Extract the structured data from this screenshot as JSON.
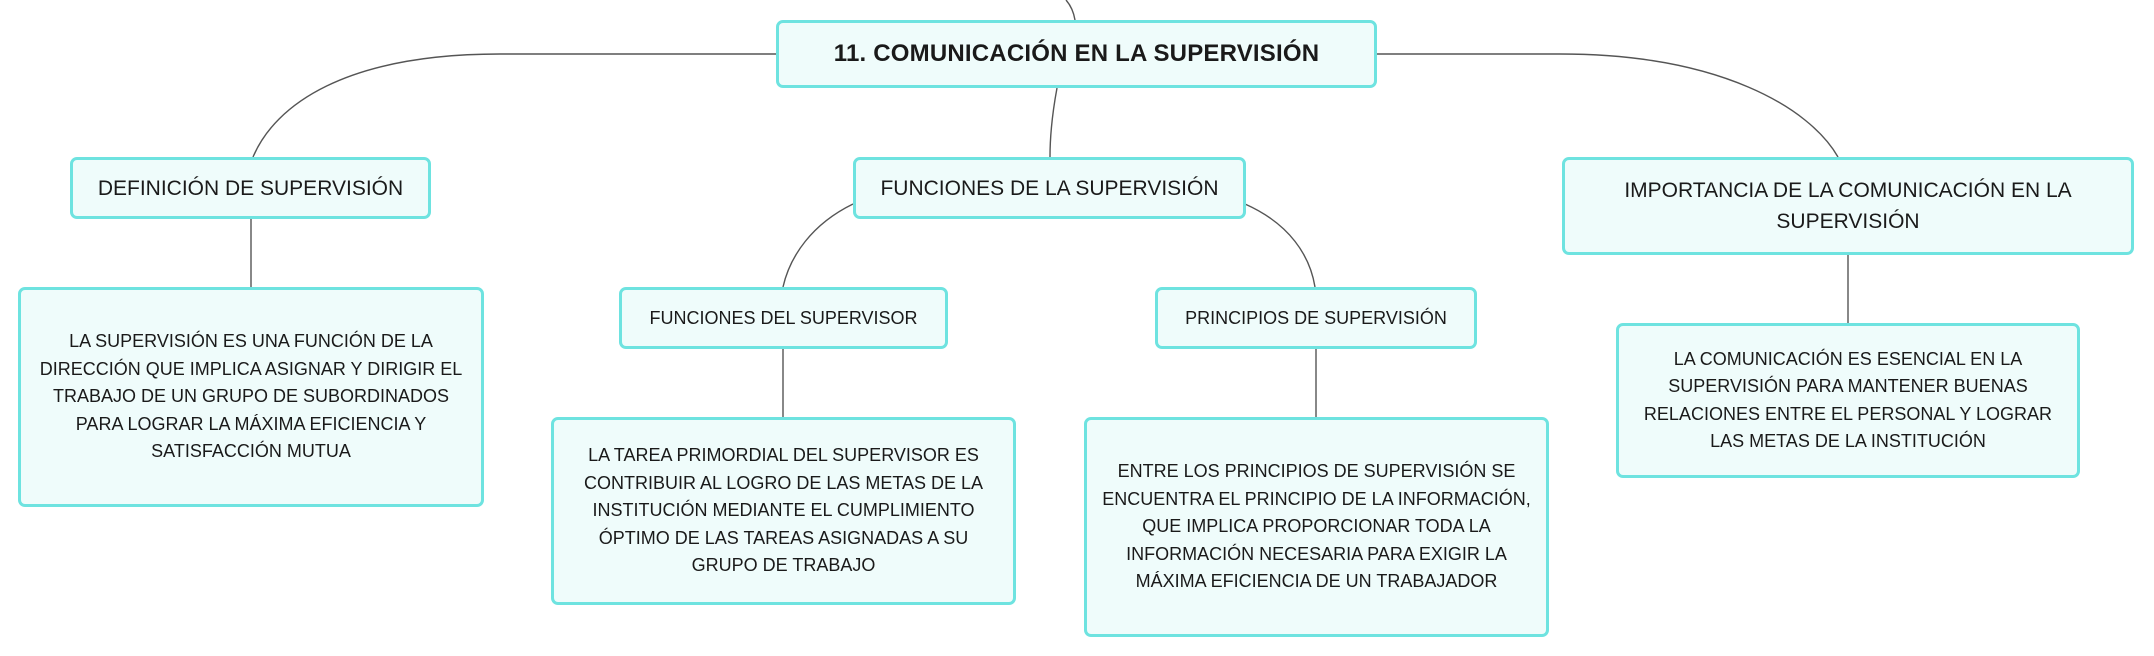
{
  "central": {
    "title": "11. COMUNICACIÓN EN LA SUPERVISIÓN"
  },
  "branches": [
    {
      "label": "DEFINICIÓN DE SUPERVISIÓN",
      "detail": "LA SUPERVISIÓN ES UNA FUNCIÓN DE LA DIRECCIÓN QUE IMPLICA ASIGNAR Y DIRIGIR EL TRABAJO DE UN GRUPO DE SUBORDINADOS PARA LOGRAR LA MÁXIMA EFICIENCIA Y SATISFACCIÓN MUTUA"
    },
    {
      "label": "FUNCIONES DE LA SUPERVISIÓN",
      "children": [
        {
          "label": "FUNCIONES DEL SUPERVISOR",
          "detail": "LA TAREA PRIMORDIAL DEL SUPERVISOR ES CONTRIBUIR AL LOGRO DE LAS METAS DE LA INSTITUCIÓN MEDIANTE EL CUMPLIMIENTO ÓPTIMO DE LAS TAREAS ASIGNADAS A SU GRUPO DE TRABAJO"
        },
        {
          "label": "PRINCIPIOS DE SUPERVISIÓN",
          "detail": "ENTRE LOS PRINCIPIOS DE SUPERVISIÓN SE ENCUENTRA EL PRINCIPIO DE LA INFORMACIÓN, QUE IMPLICA PROPORCIONAR TODA LA INFORMACIÓN NECESARIA PARA EXIGIR LA MÁXIMA EFICIENCIA DE UN TRABAJADOR"
        }
      ]
    },
    {
      "label": "IMPORTANCIA DE LA COMUNICACIÓN EN LA SUPERVISIÓN",
      "detail": "LA COMUNICACIÓN ES ESENCIAL EN LA SUPERVISIÓN PARA MANTENER BUENAS RELACIONES ENTRE EL PERSONAL Y LOGRAR LAS METAS DE LA INSTITUCIÓN"
    }
  ],
  "colors": {
    "node_fill": "#effcfb",
    "node_border": "#6ee3e0",
    "connector": "#555555",
    "text": "#1a1a1a"
  }
}
